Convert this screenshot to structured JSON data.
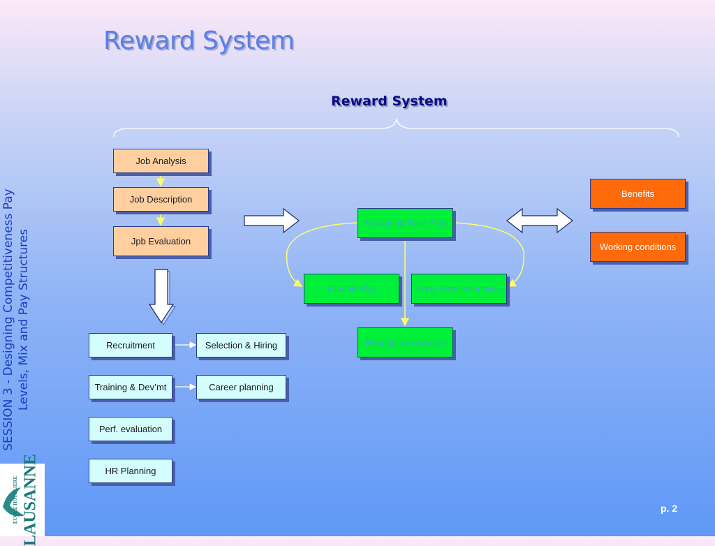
{
  "slide_title": "Reward System",
  "diagram_title": "Reward System",
  "side_text": {
    "line1": "SESSION 3 -  Designing Competitiveness Pay",
    "line2": "Levels, Mix and Pay Structures"
  },
  "job_boxes": [
    "Job Analysis",
    "Job Description",
    "Jpb Evaluation"
  ],
  "hr_left": [
    "Recruitment",
    "Training & Dev’mt",
    "Perf. evaluation",
    "HR Planning"
  ],
  "hr_right": [
    "Selection & Hiring",
    "Career planning"
  ],
  "pay_boxes": {
    "managing": "Managing Base Pay",
    "variable": "Variable Pay",
    "long_term": "Long term Incentives",
    "recognition": "Recognition Awards"
  },
  "other_boxes": {
    "benefits": "Benefits",
    "working": "Working conditions"
  },
  "logo": {
    "name": "LAUSANNE",
    "sub": "ECOLE HOTELIERE"
  },
  "page_number": "p. 2",
  "colors": {
    "peach": "#ffcfa0",
    "green": "#00f03a",
    "orange": "#ff6a0a",
    "cyan": "#d4fefe",
    "connector": "#ffff66"
  }
}
